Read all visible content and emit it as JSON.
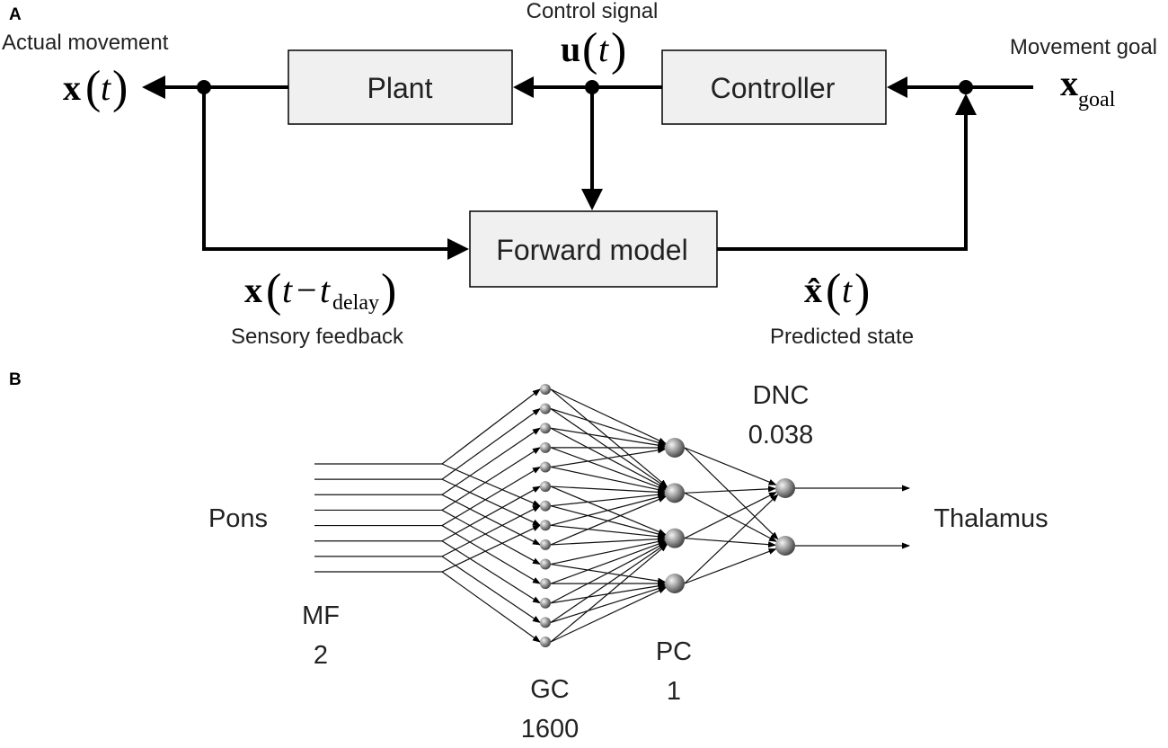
{
  "panel_a": {
    "letter": "A",
    "actual_movement": "Actual movement",
    "control_signal": "Control signal",
    "movement_goal": "Movement goal",
    "sensory_feedback": "Sensory feedback",
    "predicted_state": "Predicted state",
    "plant": "Plant",
    "controller": "Controller",
    "forward_model": "Forward model",
    "math": {
      "x": "x",
      "t": "t",
      "u": "u",
      "x_hat": "x̂",
      "minus": "−",
      "delay_sub": "delay",
      "goal_sub": "goal"
    }
  },
  "panel_b": {
    "letter": "B",
    "pons": "Pons",
    "thalamus": "Thalamus",
    "mf": {
      "label": "MF",
      "value": "2"
    },
    "gc": {
      "label": "GC",
      "value": "1600"
    },
    "pc": {
      "label": "PC",
      "value": "1"
    },
    "dnc": {
      "label": "DNC",
      "value": "0.038"
    },
    "network": {
      "mf_inputs": 8,
      "gc_nodes": 14,
      "pc_nodes": 4,
      "dnc_nodes": 2,
      "outputs": 2
    }
  }
}
